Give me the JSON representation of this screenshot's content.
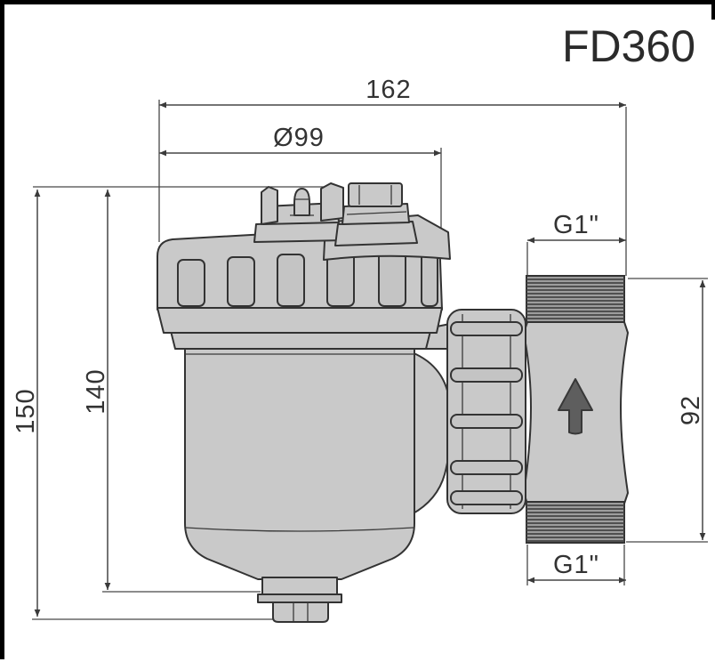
{
  "title": "FD360",
  "drawing": {
    "type": "technical-dimension-drawing",
    "flow_direction": "up",
    "dimensions": {
      "total_width": "162",
      "cap_diameter": "Ø99",
      "top_connection": "G1\"",
      "bottom_connection": "G1\"",
      "total_height": "150",
      "body_height": "140",
      "pipe_height": "92"
    },
    "icons": {
      "flow_arrow": "arrow-up"
    }
  },
  "colors": {
    "background": "#ffffff",
    "outline": "#333333",
    "body_fill": "#c9c9c9",
    "thread_fill": "#9d9d9d",
    "flow_arrow_fill": "#5e5e5e",
    "dimension_line": "#474747",
    "frame": "#000000"
  }
}
